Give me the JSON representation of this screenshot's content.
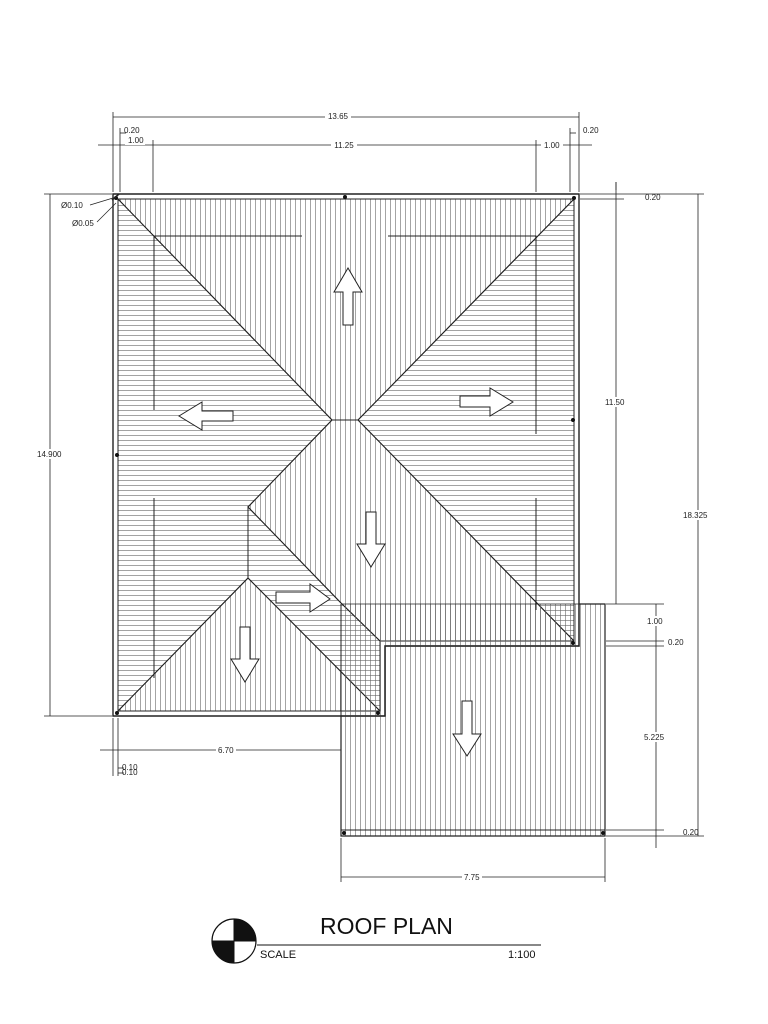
{
  "drawing": {
    "title": "ROOF PLAN",
    "scale_label": "SCALE",
    "scale_value": "1:100"
  },
  "dimensions": {
    "overall_width": "13.65",
    "eave_left": "0.20",
    "overhang_left": "1.00",
    "inner_width": "11.25",
    "overhang_right": "1.00",
    "eave_right": "0.20",
    "eave_top_right": "0.20",
    "dia_outer": "Ø0.10",
    "dia_inner": "Ø0.05",
    "overall_height_left": "14.900",
    "main_depth_right": "11.50",
    "overall_height_right": "18.325",
    "step_offset": "1.00",
    "step_eave": "0.20",
    "wing_depth": "5.225",
    "bottom_eave": "0.20",
    "left_run": "6.70",
    "left_small_a": "0.10",
    "left_small_b": "0.10",
    "wing_width": "7.75"
  },
  "colors": {
    "line": "#222222",
    "hatch": "#555555",
    "background": "#ffffff"
  },
  "icons": {
    "section_marker": "north-quadrant-symbol",
    "flow_arrow": "slope-direction-arrow"
  }
}
